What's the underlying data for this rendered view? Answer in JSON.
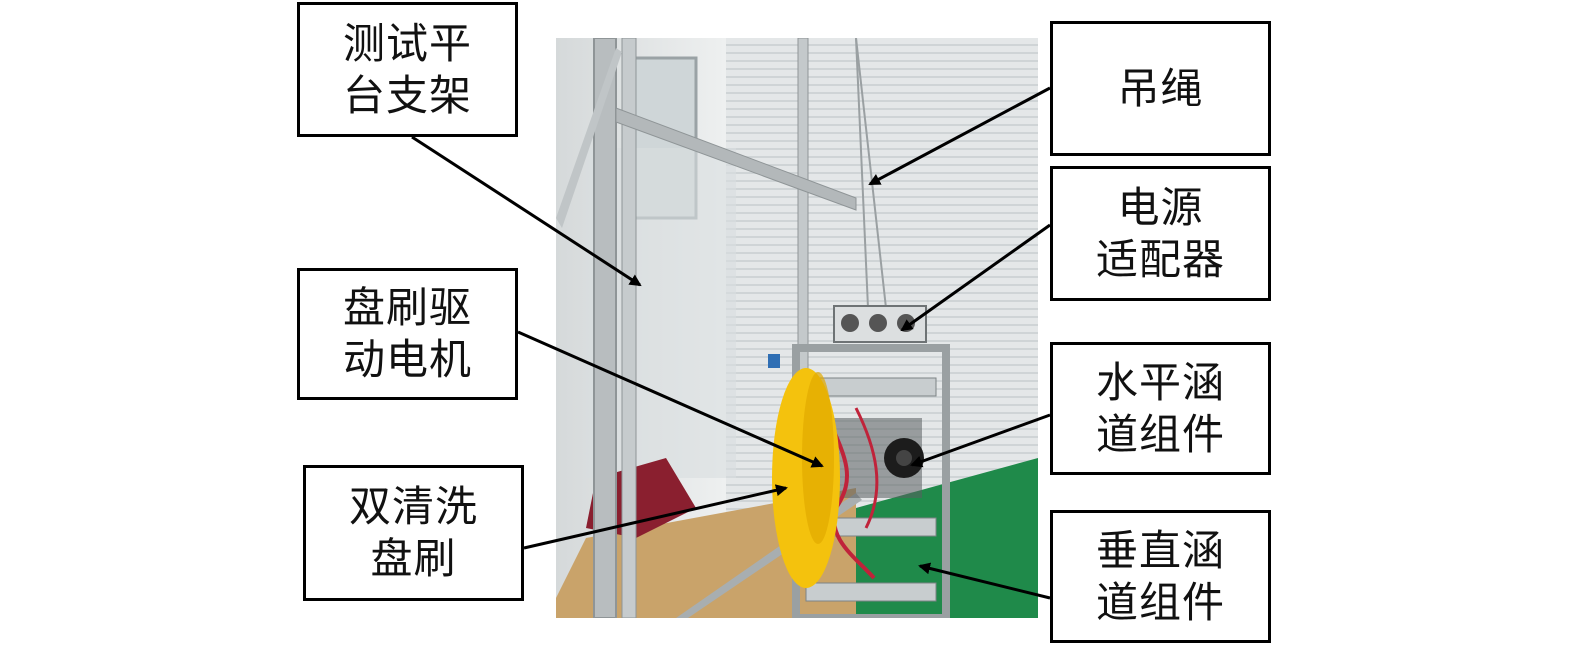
{
  "labels": {
    "test_platform_frame": "测试平\n台支架",
    "brush_drive_motor": "盘刷驱\n动电机",
    "dual_cleaning_brush": "双清洗\n盘刷",
    "hanging_rope": "吊绳",
    "power_adapter": "电源\n适配器",
    "horizontal_culvert_assembly": "水平涵\n道组件",
    "vertical_culvert_assembly": "垂直涵\n道组件"
  },
  "photo": {
    "description_icon": "cleaning-robot-test-rig-photo",
    "colors": {
      "wall": "#e6e9ea",
      "floor_green": "#1f8a4a",
      "aluminium": "#b8bdbf",
      "brush_yellow": "#f4c20d",
      "cable_red": "#c0233a",
      "cardboard": "#c9a36a"
    }
  }
}
